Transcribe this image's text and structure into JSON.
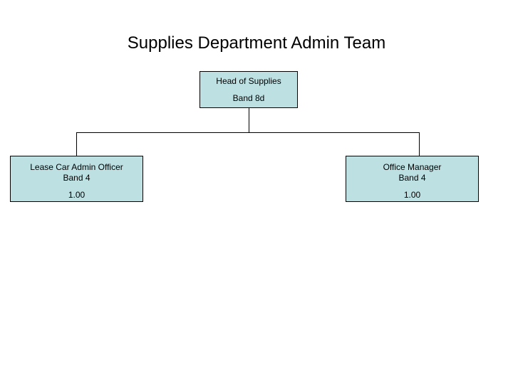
{
  "chart": {
    "title": "Supplies Department Admin Team",
    "type": "org-chart",
    "background_color": "#ffffff",
    "node_fill_color": "#bde0e3",
    "node_border_color": "#000000",
    "connector_color": "#000000",
    "nodes": [
      {
        "id": "head-of-supplies",
        "role": "Head of Supplies",
        "band": "Band 8d",
        "fte": "",
        "level": 0
      },
      {
        "id": "lease-car-admin-officer",
        "role": "Lease Car Admin Officer",
        "band": "Band 4",
        "fte": "1.00",
        "level": 1
      },
      {
        "id": "office-manager",
        "role": "Office Manager",
        "band": "Band 4",
        "fte": "1.00",
        "level": 1
      }
    ]
  }
}
